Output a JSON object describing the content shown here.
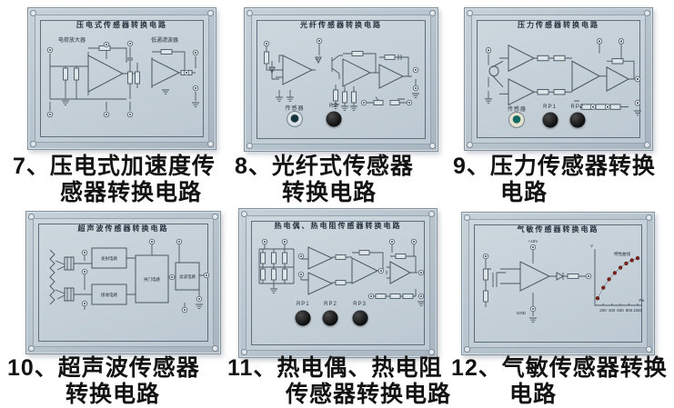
{
  "colors": {
    "frame": "#b6c2cc",
    "plate": "#c6d0d8",
    "schematic_line": "#4a5864",
    "knob_black": "#141414",
    "connector_center_dark": "#16323c",
    "connector_center_teal": "#126a66",
    "curve_dot_red": "#7d211a",
    "caption_text": "#121212"
  },
  "panels": [
    {
      "number": "7",
      "title": "压电式传感器转换电路",
      "label_amp": "电荷放大器",
      "label_filter": "低通滤波器",
      "caption_line1": "7、压电式加速度传",
      "caption_line2": "感器转换电路"
    },
    {
      "number": "8",
      "title": "光纤传感器转换电路",
      "label_connector": "传感器",
      "label_knob": "RP",
      "caption_line1": "8、光纤式传感器",
      "caption_line2": "转换电路"
    },
    {
      "number": "9",
      "title": "压力传感器转换电路",
      "label_connector": "传感器",
      "label_knob1": "RP1",
      "label_knob2": "RP2",
      "caption_line1": "9、压力传感器转换",
      "caption_line2": "电路"
    },
    {
      "number": "10",
      "title": "超声波传感器转换电路",
      "block1": "发射电路",
      "block2": "接收电路",
      "block3": "闸门电路",
      "block4": "滤波电路",
      "caption_line1": "10、超声波传感器",
      "caption_line2": "转换电路"
    },
    {
      "number": "11",
      "title": "热电偶、热电阻传感器转换电路",
      "label_knob1": "RP1",
      "label_knob2": "RP2",
      "label_knob3": "RP3",
      "caption_line1": "11、热电偶、热电阻",
      "caption_line2": "传感器转换电路"
    },
    {
      "number": "12",
      "title": "气敏传感器转换电路",
      "label_vplus": "+15V",
      "label_gnd": "GND",
      "graph_title": "特性曲线",
      "y_unit": "V",
      "x_unit": "Pa",
      "caption_line1": "12、气敏传感器转换",
      "caption_line2": "电路"
    }
  ],
  "chart_data": {
    "type": "scatter",
    "title": "特性曲线",
    "x_unit": "Pa",
    "x_ticks": [
      200,
      400,
      600,
      800,
      1000
    ],
    "points_rel_y": [
      0.1,
      0.3,
      0.46,
      0.58,
      0.68,
      0.76,
      0.82,
      0.86
    ],
    "trend": "rising-saturating",
    "legend": "none",
    "grid": false
  }
}
